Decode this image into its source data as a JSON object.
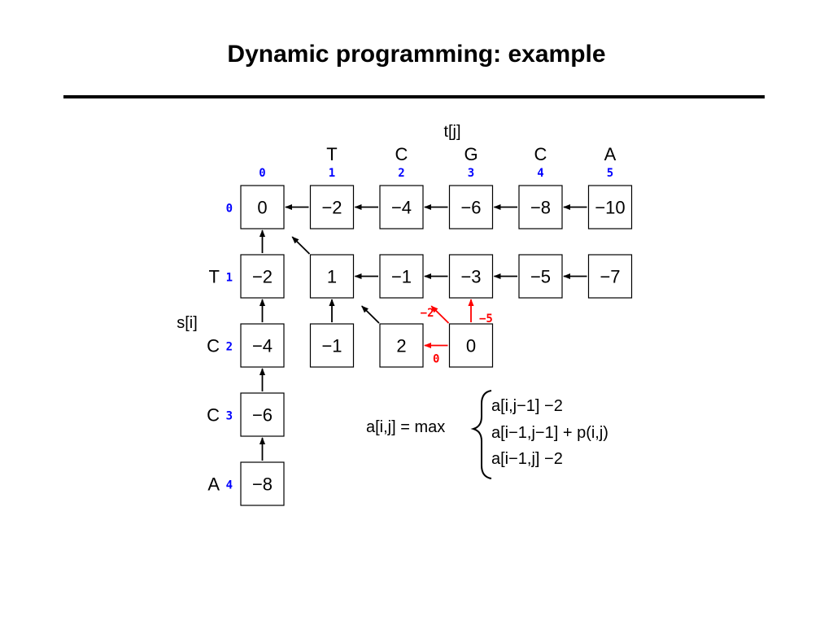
{
  "title": "Dynamic programming: example",
  "column_axis_label": "t[j]",
  "row_axis_label": "s[i]",
  "columns": [
    {
      "index": "0",
      "letter": ""
    },
    {
      "index": "1",
      "letter": "T"
    },
    {
      "index": "2",
      "letter": "C"
    },
    {
      "index": "3",
      "letter": "G"
    },
    {
      "index": "4",
      "letter": "C"
    },
    {
      "index": "5",
      "letter": "A"
    }
  ],
  "rows": [
    {
      "index": "0",
      "letter": ""
    },
    {
      "index": "1",
      "letter": "T"
    },
    {
      "index": "2",
      "letter": "C"
    },
    {
      "index": "3",
      "letter": "C"
    },
    {
      "index": "4",
      "letter": "A"
    }
  ],
  "cells": [
    {
      "row": 0,
      "col": 0,
      "value": "0"
    },
    {
      "row": 0,
      "col": 1,
      "value": "−2"
    },
    {
      "row": 0,
      "col": 2,
      "value": "−4"
    },
    {
      "row": 0,
      "col": 3,
      "value": "−6"
    },
    {
      "row": 0,
      "col": 4,
      "value": "−8"
    },
    {
      "row": 0,
      "col": 5,
      "value": "−10"
    },
    {
      "row": 1,
      "col": 0,
      "value": "−2"
    },
    {
      "row": 1,
      "col": 1,
      "value": "1"
    },
    {
      "row": 1,
      "col": 2,
      "value": "−1"
    },
    {
      "row": 1,
      "col": 3,
      "value": "−3"
    },
    {
      "row": 1,
      "col": 4,
      "value": "−5"
    },
    {
      "row": 1,
      "col": 5,
      "value": "−7"
    },
    {
      "row": 2,
      "col": 0,
      "value": "−4"
    },
    {
      "row": 2,
      "col": 1,
      "value": "−1"
    },
    {
      "row": 2,
      "col": 2,
      "value": "2"
    },
    {
      "row": 2,
      "col": 3,
      "value": "0"
    },
    {
      "row": 3,
      "col": 0,
      "value": "−6"
    },
    {
      "row": 4,
      "col": 0,
      "value": "−8"
    }
  ],
  "arrows": [
    {
      "from": [
        0,
        1
      ],
      "to": [
        0,
        0
      ],
      "color": "#000000",
      "label": ""
    },
    {
      "from": [
        0,
        2
      ],
      "to": [
        0,
        1
      ],
      "color": "#000000",
      "label": ""
    },
    {
      "from": [
        0,
        3
      ],
      "to": [
        0,
        2
      ],
      "color": "#000000",
      "label": ""
    },
    {
      "from": [
        0,
        4
      ],
      "to": [
        0,
        3
      ],
      "color": "#000000",
      "label": ""
    },
    {
      "from": [
        0,
        5
      ],
      "to": [
        0,
        4
      ],
      "color": "#000000",
      "label": ""
    },
    {
      "from": [
        1,
        1
      ],
      "to": [
        0,
        0
      ],
      "color": "#000000",
      "label": ""
    },
    {
      "from": [
        1,
        2
      ],
      "to": [
        1,
        1
      ],
      "color": "#000000",
      "label": ""
    },
    {
      "from": [
        1,
        3
      ],
      "to": [
        1,
        2
      ],
      "color": "#000000",
      "label": ""
    },
    {
      "from": [
        1,
        4
      ],
      "to": [
        1,
        3
      ],
      "color": "#000000",
      "label": ""
    },
    {
      "from": [
        1,
        5
      ],
      "to": [
        1,
        4
      ],
      "color": "#000000",
      "label": ""
    },
    {
      "from": [
        1,
        0
      ],
      "to": [
        0,
        0
      ],
      "color": "#000000",
      "label": ""
    },
    {
      "from": [
        2,
        0
      ],
      "to": [
        1,
        0
      ],
      "color": "#000000",
      "label": ""
    },
    {
      "from": [
        3,
        0
      ],
      "to": [
        2,
        0
      ],
      "color": "#000000",
      "label": ""
    },
    {
      "from": [
        4,
        0
      ],
      "to": [
        3,
        0
      ],
      "color": "#000000",
      "label": ""
    },
    {
      "from": [
        2,
        1
      ],
      "to": [
        1,
        1
      ],
      "color": "#000000",
      "label": ""
    },
    {
      "from": [
        2,
        2
      ],
      "to": [
        1,
        1
      ],
      "color": "#000000",
      "label": ""
    },
    {
      "from": [
        2,
        3
      ],
      "to": [
        1,
        2
      ],
      "color": "#ff0000",
      "label": "−2"
    },
    {
      "from": [
        2,
        3
      ],
      "to": [
        1,
        3
      ],
      "color": "#ff0000",
      "label": "−5"
    },
    {
      "from": [
        2,
        3
      ],
      "to": [
        2,
        2
      ],
      "color": "#ff0000",
      "label": "0"
    }
  ],
  "formula": {
    "lhs": "a[i,j] = max",
    "cases": [
      "a[i,j−1] −2",
      "a[i−1,j−1] + p(i,j)",
      "a[i−1,j] −2"
    ]
  },
  "colors": {
    "index": "#0000ff",
    "highlight": "#ff0000",
    "text": "#000000"
  }
}
